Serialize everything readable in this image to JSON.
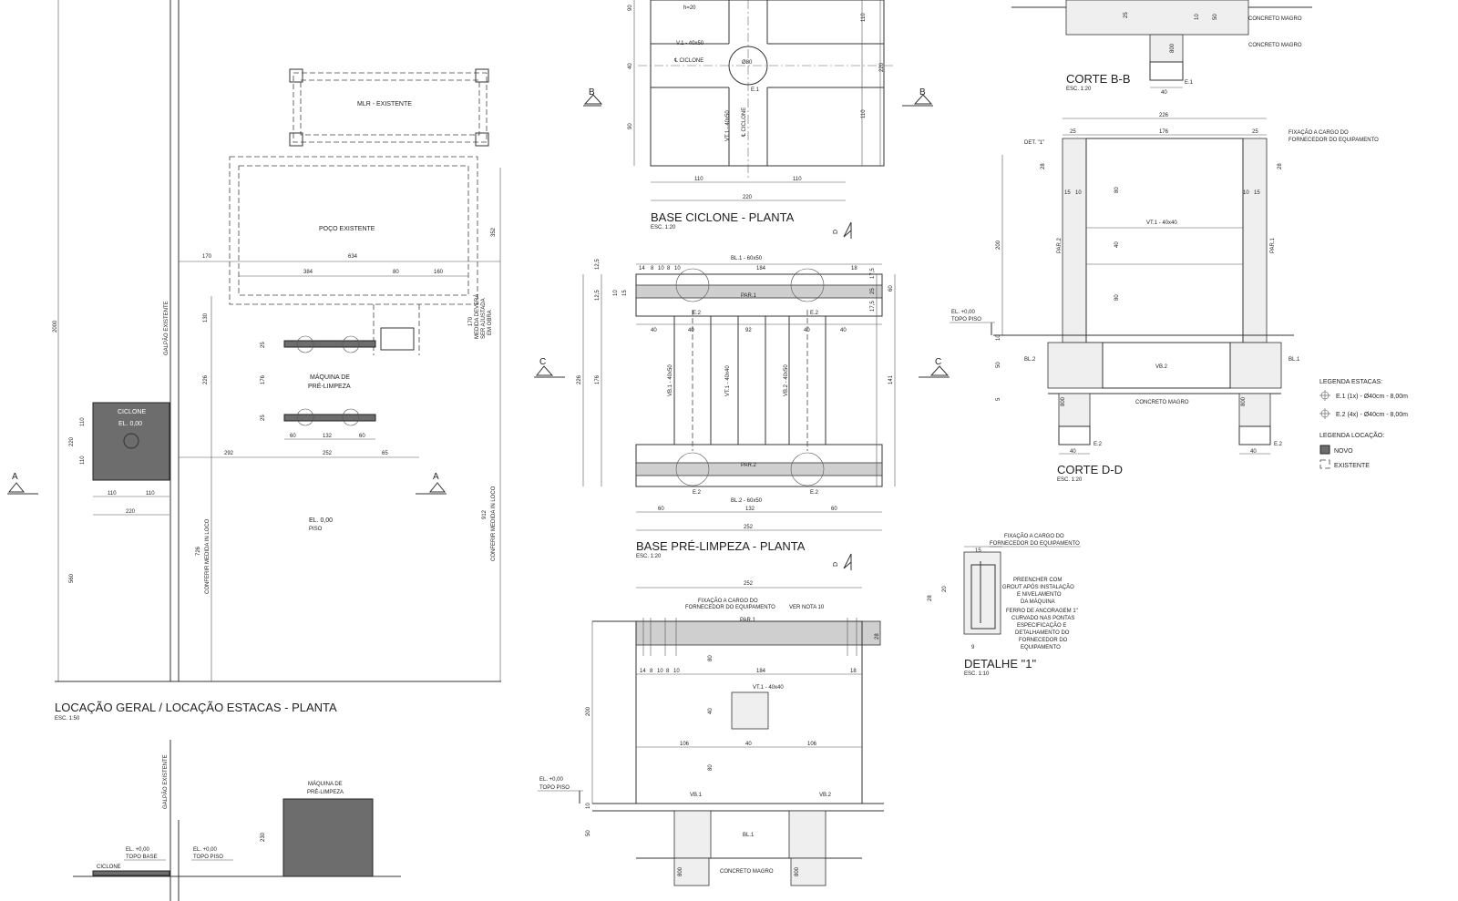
{
  "views": {
    "plan_geral": {
      "title": "LOCAÇÃO GERAL / LOCAÇÃO ESTACAS - PLANTA",
      "scale": "ESC. 1:50",
      "labels": {
        "mlr": "MLR - EXISTENTE",
        "poco": "POÇO EXISTENTE",
        "maquina": [
          "MÁQUINA DE",
          "PRÉ-LIMPEZA"
        ],
        "ciclone": "CICLONE",
        "el_ciclone": "EL. 0,00",
        "el_piso": "EL. 0,00",
        "piso": "PISO",
        "galpao": "GALPÃO EXISTENTE",
        "conferir_a": "CONFERIR MEDIDA IN LOCO",
        "conferir_b": "CONFERIR MEDIDA IN LOCO",
        "medida_note": [
          "MEDIDA DEVERÁ",
          "SER AJUSTADA",
          "EM OBRA"
        ],
        "section_a": "A"
      },
      "dims": {
        "d170": "170",
        "d634": "634",
        "d384": "384",
        "d80": "80",
        "d160": "160",
        "d352": "352",
        "d2000": "2000",
        "d130": "130",
        "d25a": "25",
        "d176": "176",
        "d226": "226",
        "d25b": "25",
        "d60a": "60",
        "d132": "132",
        "d60b": "60",
        "d292": "292",
        "d252": "252",
        "d65": "65",
        "d220v": "220",
        "d110a": "110",
        "d110b": "110",
        "d110c": "110",
        "d110d": "110",
        "d220h": "220",
        "d560": "560",
        "d726": "726",
        "d912": "912",
        "d170b": "170"
      }
    },
    "elevation_bottom": {
      "galpao": "GALPÃO EXISTENTE",
      "maquina": [
        "MÁQUINA DE",
        "PRÉ-LIMPEZA"
      ],
      "ciclone": "CICLONE",
      "el_base": [
        "EL. +0,00",
        "TOPO BASE"
      ],
      "el_piso": [
        "EL. +0,00",
        "TOPO PISO"
      ],
      "d230": "230"
    },
    "base_ciclone": {
      "title": "BASE CICLONE - PLANTA",
      "scale": "ESC. 1:20",
      "labels": {
        "h": "h=20",
        "v1a": "V.1 - 40x50",
        "v1b": "VT.1 - 40x50",
        "ciclone_a": "℄ CICLONE",
        "ciclone_b": "℄ CICLONE",
        "phi": "Ø80",
        "e1": "E.1",
        "b": "B",
        "d": "D"
      },
      "dims": {
        "d90a": "90",
        "d40": "40",
        "d90b": "90",
        "d110r": "110",
        "d220r": "220",
        "d110r2": "110",
        "d110a": "110",
        "d110b": "110",
        "d220": "220"
      }
    },
    "base_pre_limpeza": {
      "title": "BASE PRÉ-LIMPEZA - PLANTA",
      "scale": "ESC. 1:20",
      "labels": {
        "bl1": "BL.1 - 60x50",
        "bl2": "BL.2 - 60x50",
        "par1": "PAR.1",
        "par2": "PAR.2",
        "vb1": "VB.1 - 40x50",
        "vt1": "VT.1 - 40x40",
        "vb2": "VB.2 - 40x50",
        "e2": "E.2",
        "c": "C",
        "d": "D"
      },
      "dims": {
        "top_row": [
          "14",
          "8",
          "10",
          "8",
          "10"
        ],
        "d184": "184",
        "d18": "18",
        "d40a": "40",
        "d40b": "40",
        "d92": "92",
        "d40c": "40",
        "d40d": "40",
        "d60a": "60",
        "d132": "132",
        "d60b": "60",
        "d252": "252",
        "left_v": [
          "12,5",
          "12,5",
          "10",
          "15"
        ],
        "d226": "226",
        "d176": "176",
        "right_v": [
          "17,5",
          "25",
          "17,5",
          "60"
        ],
        "d141": "141"
      }
    },
    "corte_cc": {
      "labels": {
        "fixacao": [
          "FIXAÇÃO A CARGO DO",
          "FORNECEDOR DO EQUIPAMENTO"
        ],
        "nota": "VER NOTA 10",
        "par1": "PAR.1",
        "vt1": "VT.1 - 40x40",
        "vb1": "VB.1",
        "vb2": "VB.2",
        "bl1": "BL.1",
        "concreto": "CONCRETO MAGRO",
        "el": [
          "EL. +0,00",
          "TOPO PISO"
        ]
      },
      "dims": {
        "d252": "252",
        "d28": "28",
        "row": [
          "14",
          "8",
          "10",
          "8",
          "10"
        ],
        "d184": "184",
        "d18": "18",
        "d80a": "80",
        "d40v": "40",
        "d80b": "80",
        "d106a": "106",
        "d40h": "40",
        "d106b": "106",
        "d200": "200",
        "d10": "10",
        "d50": "50",
        "d800a": "800",
        "d800b": "800"
      }
    },
    "corte_bb": {
      "title": "CORTE B-B",
      "scale": "ESC. 1:20",
      "labels": {
        "concreto_a": "CONCRETO MAGRO",
        "concreto_b": "CONCRETO MAGRO",
        "e1": "E.1"
      },
      "dims": {
        "d25": "25",
        "d10": "10",
        "d50": "50",
        "d800": "800",
        "d40": "40"
      }
    },
    "corte_dd": {
      "title": "CORTE D-D",
      "scale": "ESC. 1:20",
      "labels": {
        "det": "DET. \"1\"",
        "fixacao": [
          "FIXAÇÃO A CARGO DO",
          "FORNECEDOR DO EQUIPAMENTO"
        ],
        "vt1": "VT.1 - 40x40",
        "par1": "PAR.1",
        "par2": "PAR.2",
        "vb2": "VB.2",
        "bl1": "BL.1",
        "bl2": "BL.2",
        "concreto": "CONCRETO MAGRO",
        "e2a": "E.2",
        "e2b": "E.2",
        "el": [
          "EL. +0,00",
          "TOPO PISO"
        ]
      },
      "dims": {
        "d226": "226",
        "d25a": "25",
        "d176": "176",
        "d25b": "25",
        "d28a": "28",
        "d28b": "28",
        "r1": "15",
        "r2": "10",
        "r3": "10",
        "r4": "15",
        "d80a": "80",
        "d40": "40",
        "d80b": "80",
        "d200": "200",
        "d10": "10",
        "d50": "50",
        "d5": "5",
        "d800a": "800",
        "d800b": "800",
        "d40a": "40",
        "d40b": "40"
      }
    },
    "detalhe_1": {
      "title": "DETALHE \"1\"",
      "scale": "ESC. 1:10",
      "labels": {
        "fixacao": [
          "FIXAÇÃO A CARGO DO",
          "FORNECEDOR DO EQUIPAMENTO"
        ],
        "grout": [
          "PREENCHER COM",
          "GROUT APÓS INSTALAÇÃO",
          "E NIVELAMENTO",
          "DA MÁQUINA"
        ],
        "ferro": [
          "FERRO DE ANCORAGEM 1\"",
          "CURVADO NAS PONTAS",
          "ESPECIFICAÇÃO E",
          "DETALHAMENTO DO",
          "FORNECEDOR DO",
          "EQUIPAMENTO"
        ]
      },
      "dims": {
        "d15": "15",
        "d28": "28",
        "d20": "20",
        "d9": "9"
      }
    },
    "legend": {
      "estacas_title": "LEGENDA ESTACAS:",
      "e1": "E.1 (1x) - Ø40cm - 8,00m",
      "e2": "E.2 (4x) - Ø40cm - 8,00m",
      "locacao_title": "LEGENDA LOCAÇÃO:",
      "novo": "NOVO",
      "existente": "EXISTENTE"
    }
  },
  "colors": {
    "novo": "#6d6d6d",
    "line": "#333333",
    "hatch": "#cfcfcf"
  }
}
